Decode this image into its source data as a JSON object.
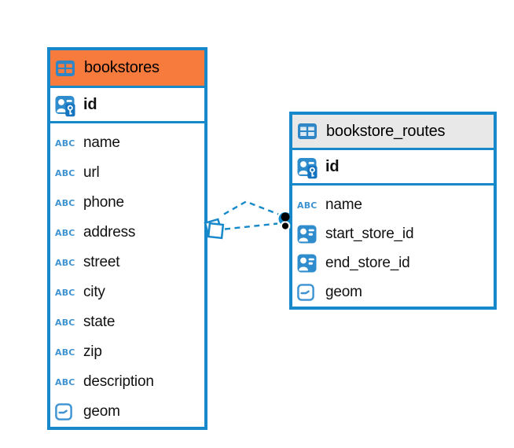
{
  "app": {
    "view": "database-er-diagram"
  },
  "colors": {
    "accent_blue": "#1789cb",
    "icon_blue": "#2f8ccd",
    "type_icon_blue": "#3d93d2",
    "bookstores_header_orange": "#f87b3e",
    "routes_header_gray": "#e8e8e8",
    "text": "#111111",
    "relationship_dot": "#000000"
  },
  "tables": [
    {
      "title": "bookstores",
      "header_color": "#f87b3e",
      "primary_key": {
        "name": "id",
        "type_icon": "primary-key-icon"
      },
      "fields": [
        {
          "name": "name",
          "type_icon": "text-type-icon"
        },
        {
          "name": "url",
          "type_icon": "text-type-icon"
        },
        {
          "name": "phone",
          "type_icon": "text-type-icon"
        },
        {
          "name": "address",
          "type_icon": "text-type-icon"
        },
        {
          "name": "street",
          "type_icon": "text-type-icon"
        },
        {
          "name": "city",
          "type_icon": "text-type-icon"
        },
        {
          "name": "state",
          "type_icon": "text-type-icon"
        },
        {
          "name": "zip",
          "type_icon": "text-type-icon"
        },
        {
          "name": "description",
          "type_icon": "text-type-icon"
        },
        {
          "name": "geom",
          "type_icon": "geometry-type-icon"
        }
      ]
    },
    {
      "title": "bookstore_routes",
      "header_color": "#e8e8e8",
      "primary_key": {
        "name": "id",
        "type_icon": "primary-key-icon"
      },
      "fields": [
        {
          "name": "name",
          "type_icon": "text-type-icon"
        },
        {
          "name": "start_store_id",
          "type_icon": "foreign-ref-type-icon"
        },
        {
          "name": "end_store_id",
          "type_icon": "foreign-ref-type-icon"
        },
        {
          "name": "geom",
          "type_icon": "geometry-type-icon"
        }
      ]
    }
  ],
  "relationship": {
    "from_table": "bookstore_routes",
    "to_table": "bookstores",
    "line_style": "dashed",
    "line_count": 2,
    "many_end_icon": "stacked-squares-icon",
    "one_end_icon": "black-dot-icon"
  }
}
